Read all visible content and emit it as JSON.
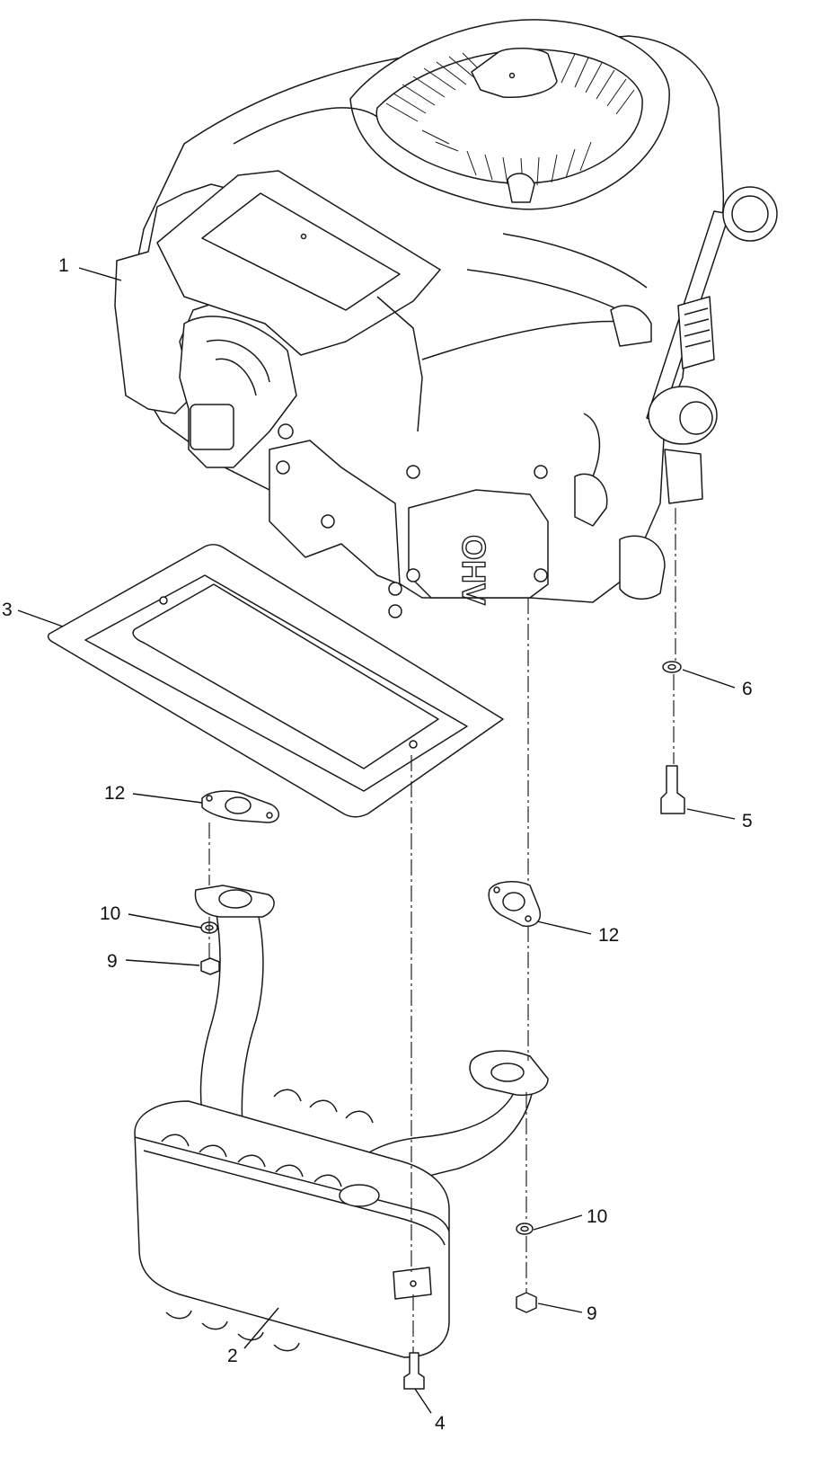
{
  "diagram": {
    "engine_marking": "OHV",
    "callouts": [
      {
        "id": "c1",
        "label": "1"
      },
      {
        "id": "c3",
        "label": "3"
      },
      {
        "id": "c6",
        "label": "6"
      },
      {
        "id": "c5",
        "label": "5"
      },
      {
        "id": "c12a",
        "label": "12"
      },
      {
        "id": "c12b",
        "label": "12"
      },
      {
        "id": "c10a",
        "label": "10"
      },
      {
        "id": "c9a",
        "label": "9"
      },
      {
        "id": "c10b",
        "label": "10"
      },
      {
        "id": "c9b",
        "label": "9"
      },
      {
        "id": "c2",
        "label": "2"
      },
      {
        "id": "c4",
        "label": "4"
      }
    ]
  }
}
